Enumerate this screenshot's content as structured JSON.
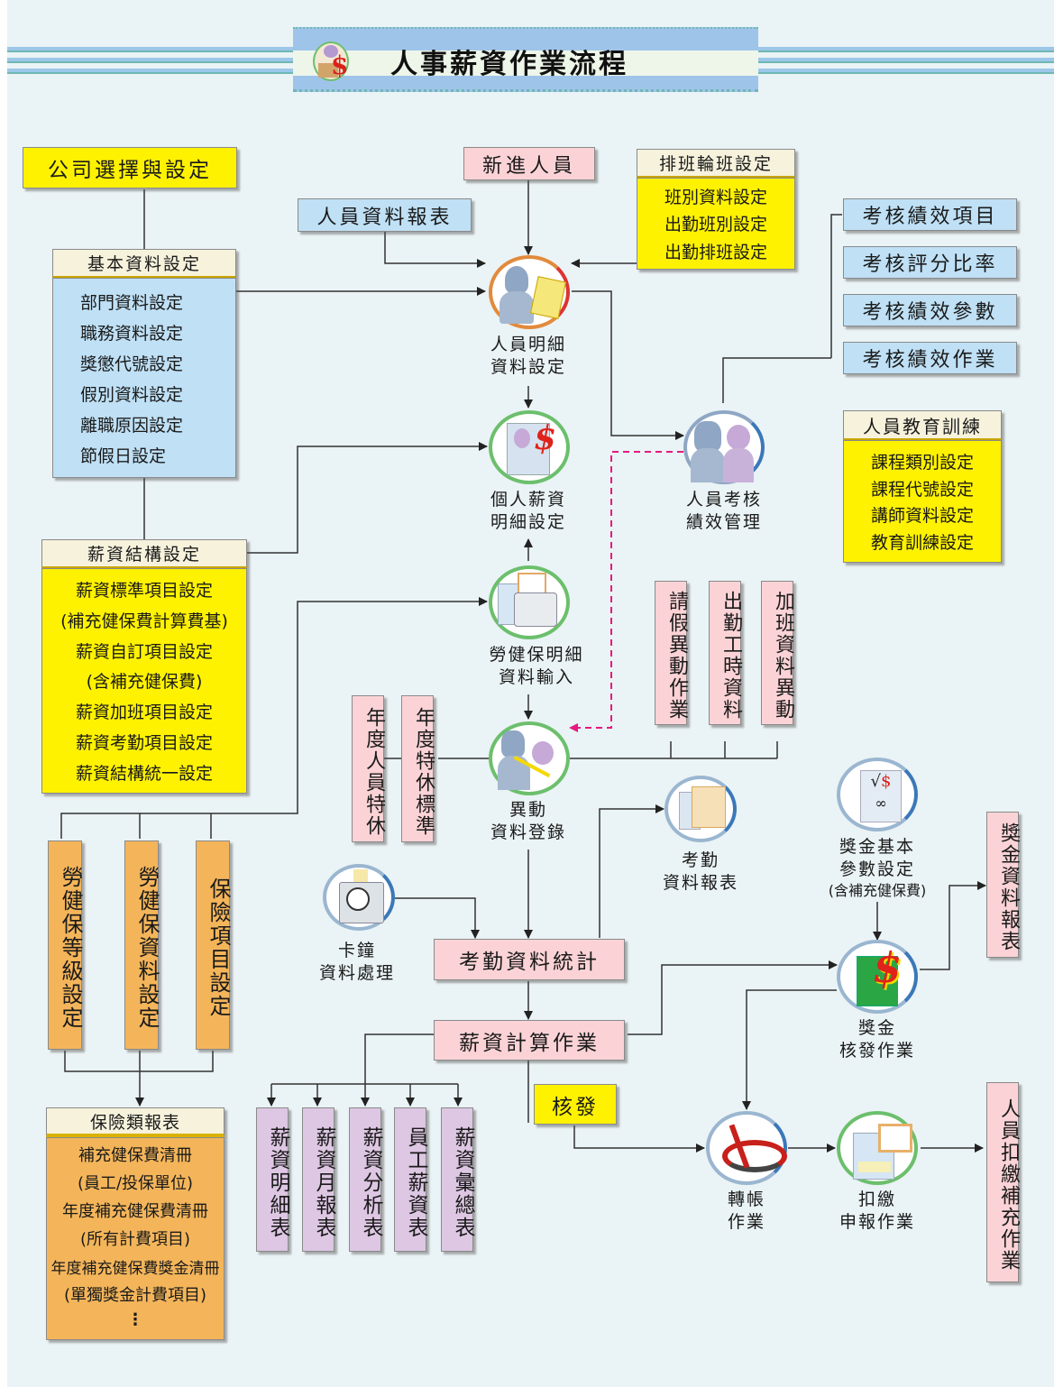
{
  "title": "人事薪資作業流程",
  "colors": {
    "yellow": "#fff200",
    "blue": "#bfe0f5",
    "pink": "#fbd3d6",
    "orange": "#f4b55a",
    "purple": "#ddc7e3",
    "cream": "#f6f2dc",
    "dashed_link": "#e6197f"
  },
  "boxes": {
    "company": "公司選擇與設定",
    "new_staff": "新進人員",
    "staff_report": "人員資料報表",
    "shift": {
      "header": "排班輪班設定",
      "items": [
        "班別資料設定",
        "出勤班別設定",
        "出勤排班設定"
      ]
    },
    "basic": {
      "header": "基本資料設定",
      "items": [
        "部門資料設定",
        "職務資料設定",
        "獎懲代號設定",
        "假別資料設定",
        "離職原因設定",
        "節假日設定"
      ]
    },
    "salary_struct": {
      "header": "薪資結構設定",
      "items": [
        "薪資標準項目設定",
        "(補充健保費計算費基)",
        "薪資自訂項目設定",
        "(含補充健保費)",
        "薪資加班項目設定",
        "薪資考勤項目設定",
        "薪資結構統一設定"
      ]
    },
    "appraisal_items": [
      "考核績效項目",
      "考核評分比率",
      "考核績效參數",
      "考核績效作業"
    ],
    "training": {
      "header": "人員教育訓練",
      "items": [
        "課程類別設定",
        "課程代號設定",
        "講師資料設定",
        "教育訓練設定"
      ]
    },
    "vertical_pink": [
      "請假異動作業",
      "出勤工時資料",
      "加班資料異動",
      "年度人員特休",
      "年度特休標準",
      "獎金資料報表",
      "人員扣繳補充作業"
    ],
    "vertical_orange": [
      "勞健保等級設定",
      "勞健保資料設定",
      "保險項目設定"
    ],
    "insurance_report": {
      "header": "保險類報表",
      "items": [
        "補充健保費清冊",
        "(員工/投保單位)",
        "年度補充健保費清冊",
        "(所有計費項目)",
        "年度補充健保費獎金清冊",
        "(單獨獎金計費項目)",
        "⋮"
      ]
    },
    "attendance_stats": "考勤資料統計",
    "payroll_calc": "薪資計算作業",
    "approve": "核發",
    "salary_reports": [
      "薪資明細表",
      "薪資月報表",
      "薪資分析表",
      "員工薪資表",
      "薪資彙總表"
    ]
  },
  "nodes": {
    "staff_detail": [
      "人員明細",
      "資料設定"
    ],
    "personal_salary": [
      "個人薪資",
      "明細設定"
    ],
    "labor_health": [
      "勞健保明細",
      "資料輸入"
    ],
    "appraisal_mgmt": [
      "人員考核",
      "績效管理"
    ],
    "change_reg": [
      "異動",
      "資料登錄"
    ],
    "attendance_report": [
      "考勤",
      "資料報表"
    ],
    "clock": [
      "卡鐘",
      "資料處理"
    ],
    "bonus_params": [
      "獎金基本",
      "參數設定",
      "(含補充健保費)"
    ],
    "bonus_issue": [
      "獎金",
      "核發作業"
    ],
    "transfer": [
      "轉帳",
      "作業"
    ],
    "withholding": [
      "扣繳",
      "申報作業"
    ]
  }
}
